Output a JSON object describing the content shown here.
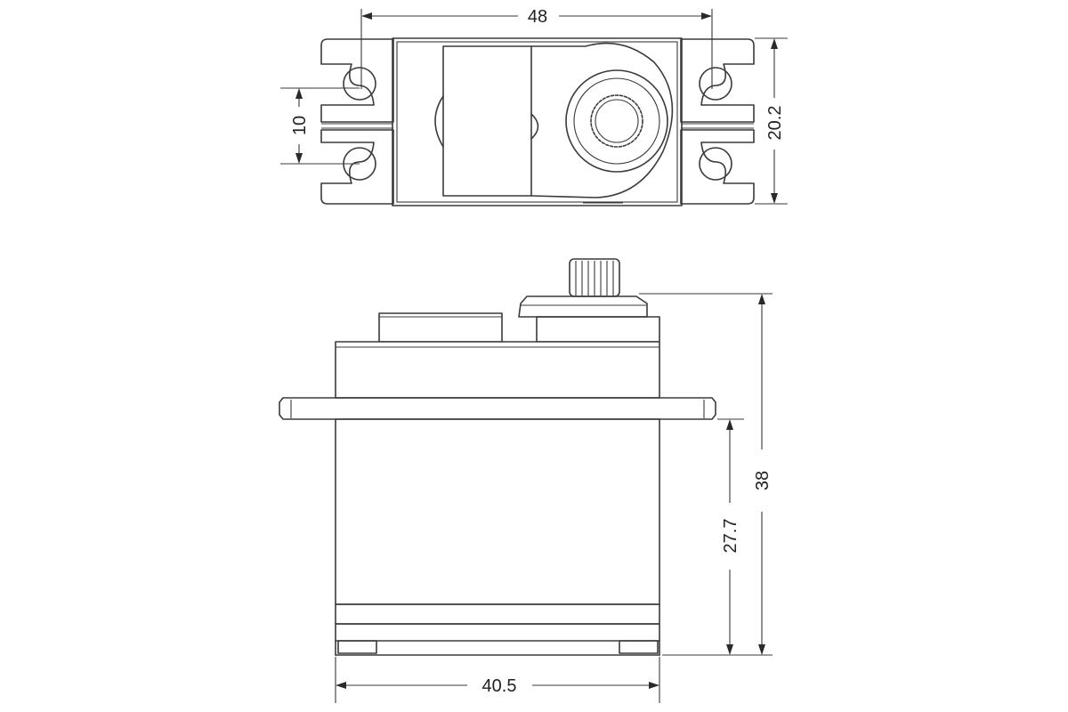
{
  "dimensions": {
    "top_width": "48",
    "top_height": "20.2",
    "hole_spacing": "10",
    "side_height": "38",
    "side_body_height": "27.7",
    "side_width": "40.5"
  },
  "colors": {
    "line": "#3a3a3a",
    "background": "#ffffff"
  }
}
